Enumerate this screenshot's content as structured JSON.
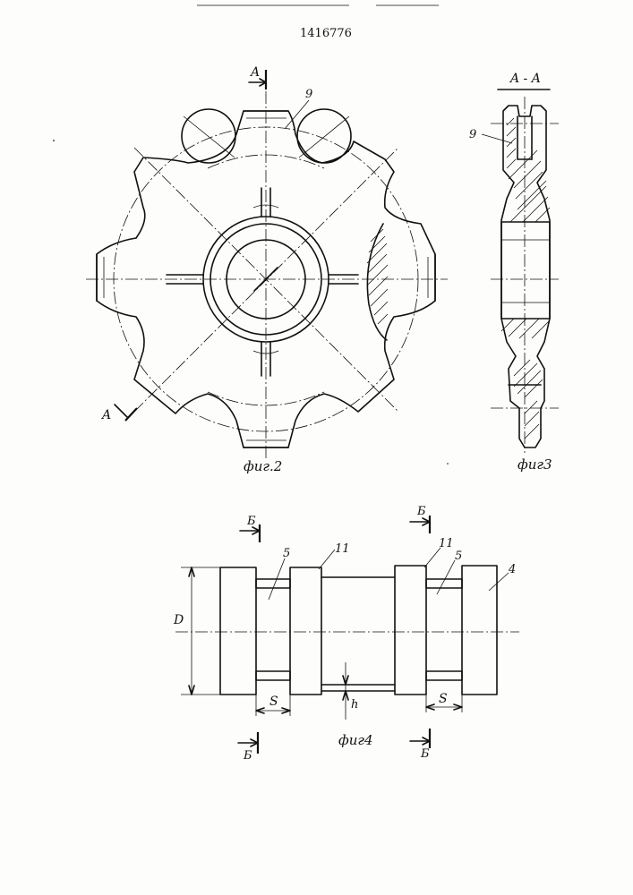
{
  "document": {
    "number": "1416776"
  },
  "fig2": {
    "caption": "фиг.2",
    "section_mark_top": "A",
    "section_mark_bottom": "A",
    "ref_tooth": "9"
  },
  "fig3": {
    "caption": "фиг3",
    "section_title": "A - A",
    "ref_tooth": "9"
  },
  "fig4": {
    "caption": "фиг4",
    "section_mark_tl": "Б",
    "section_mark_tr": "Б",
    "section_mark_bl": "Б",
    "section_mark_br": "Б",
    "ref_5_left": "5",
    "ref_11_left": "11",
    "ref_11_right": "11",
    "ref_5_right": "5",
    "ref_4": "4",
    "dim_D": "D",
    "dim_S_left": "S",
    "dim_S_right": "S",
    "dim_h": "h"
  },
  "colors": {
    "ink": "#111111",
    "paper": "#fdfdfb"
  }
}
